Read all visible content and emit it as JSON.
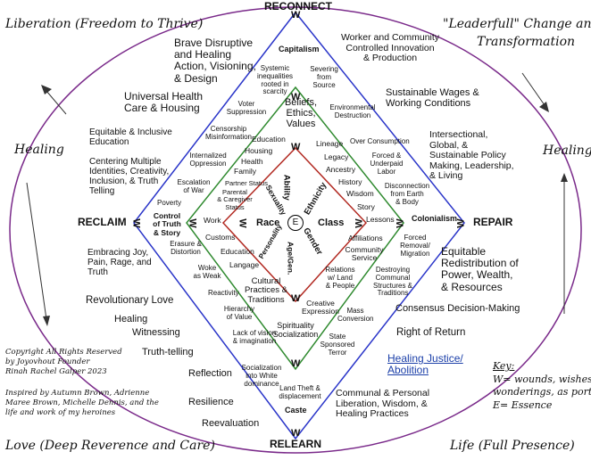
{
  "directions": {
    "top": "RECONNECT",
    "bottom": "RELEARN",
    "left": "RECLAIM",
    "right": "REPAIR"
  },
  "corners": {
    "top_left": "Liberation (Freedom to Thrive)",
    "top_right_1": "\"Leaderfull\" Change and",
    "top_right_2": "Transformation",
    "bottom_left": "Love (Deep Reverence and Care)",
    "bottom_right": "Life (Full Presence)"
  },
  "healing_label": "Healing",
  "w_mark": "W",
  "e_mark": "E",
  "outer": {
    "brave": [
      "Brave Disruptive",
      "and Healing",
      "Action, Visioning,",
      "& Design"
    ],
    "worker": [
      "Worker and Community",
      "Controlled Innovation",
      "& Production"
    ],
    "universal": [
      "Universal Health",
      "Care & Housing"
    ],
    "wages": [
      "Sustainable Wages &",
      "Working Conditions"
    ],
    "equitable_ed": [
      "Equitable & Inclusive",
      "Education"
    ],
    "intersectional": [
      "Intersectional,",
      "Global, &",
      "Sustainable Policy",
      "Making, Leadership,",
      "& Living"
    ],
    "centering": [
      "Centering Multiple",
      "Identities, Creativity,",
      "Inclusion, & Truth",
      "Telling"
    ],
    "embracing": [
      "Embracing Joy,",
      "Pain, Rage, and",
      "Truth"
    ],
    "redistribution": [
      "Equitable",
      "Redistribution of",
      "Power, Wealth,",
      "& Resources"
    ],
    "revolutionary": "Revolutionary Love",
    "healing_item": "Healing",
    "witnessing": "Witnessing",
    "truth_telling": "Truth-telling",
    "reflection": "Reflection",
    "resilience": "Resilience",
    "reevaluation": "Reevaluation",
    "consensus": "Consensus Decision-Making",
    "return": "Right of Return",
    "healing_justice": [
      "Healing Justice/",
      "Abolition"
    ],
    "communal": [
      "Communal & Personal",
      "Liberation, Wisdom, &",
      "Healing Practices"
    ]
  },
  "axis_labels": {
    "capitalism": "Capitalism",
    "colonialism": "Colonialism",
    "caste": "Caste",
    "control": [
      "Control",
      "of Truth",
      "& Story"
    ]
  },
  "outer_ring": {
    "systemic": [
      "Systemic",
      "inequalities",
      "rooted in",
      "scarcity"
    ],
    "severing": [
      "Severing",
      "from",
      "Source"
    ],
    "voter": [
      "Voter",
      "Suppression"
    ],
    "environmental": [
      "Environmental",
      "Destruction"
    ],
    "censorship": [
      "Censorship",
      "Misinformation"
    ],
    "over_consumption": "Over Consumption",
    "internalized": [
      "Internalized",
      "Oppression"
    ],
    "forced_underpaid": [
      "Forced &",
      "Underpaid",
      "Labor"
    ],
    "escalation": [
      "Escalation",
      "of War"
    ],
    "disconnection": [
      "Disconnection",
      "from Earth",
      "& Body"
    ],
    "poverty": "Poverty",
    "erasure": [
      "Erasure &",
      "Distortion"
    ],
    "forced_removal": [
      "Forced",
      "Removal/",
      "Migration"
    ],
    "woke": [
      "Woke",
      "as Weak"
    ],
    "destroying": [
      "Destroying",
      "Communal",
      "Structures &",
      "Traditions"
    ],
    "reactivity": "Reactivity",
    "hierarchy": [
      "Hierarchy",
      "of Value"
    ],
    "mass_conversion": [
      "Mass",
      "Conversion"
    ],
    "lack_vision": [
      "Lack of vision",
      "& imagination"
    ],
    "state_terror": [
      "State",
      "Sponsored",
      "Terror"
    ],
    "socialization_white": [
      "Socialization",
      "into White",
      "dominance"
    ],
    "land_theft": [
      "Land Theft &",
      "displacement"
    ]
  },
  "middle_ring": {
    "beliefs": [
      "Beliefs,",
      "Ethics,",
      "Values"
    ],
    "education_top": "Education",
    "lineage": "Lineage",
    "housing": "Housing",
    "legacy": "Legacy",
    "health": "Health",
    "ancestry": "Ancestry",
    "family": "Family",
    "history": "History",
    "partner": "Partner Status",
    "wisdom": "Wisdom",
    "parental": [
      "Parental",
      "& Caregiver",
      "Status"
    ],
    "story": "Story",
    "work": "Work",
    "lessons": "Lessons",
    "customs": "Customs",
    "affiliations": "Affiliations",
    "education_left": "Education",
    "community": [
      "Community",
      "Service"
    ],
    "langage": "Langage",
    "relations": [
      "Relations",
      "w/ Land",
      "& People"
    ],
    "cultural": [
      "Cultural",
      "Practices &",
      "Traditions"
    ],
    "creative": [
      "Creative",
      "Expression"
    ],
    "spirituality": [
      "Spirituality",
      "Socialization"
    ]
  },
  "inner_ring": {
    "ability": "Ability",
    "ethnicity": "Ethnicity",
    "sexuality": "Sexuality",
    "race": "Race",
    "class": "Class",
    "personality": "Personality",
    "gender": "Gender",
    "age": "Age/Gen."
  },
  "copyright": [
    "Copyright All Rights Reserved",
    "by Joyovhout Founder",
    "Rinah Rachel Galper 2023"
  ],
  "inspired": [
    "Inspired  by Autumn Brown, Adrienne",
    "Maree Brown, Michelle Dennis,  and the",
    "life and work of my heroines"
  ],
  "key": {
    "title": "Key:",
    "lines": [
      "W= wounds, wishes , &",
      "wonderings, as portals",
      "E= Essence"
    ]
  }
}
